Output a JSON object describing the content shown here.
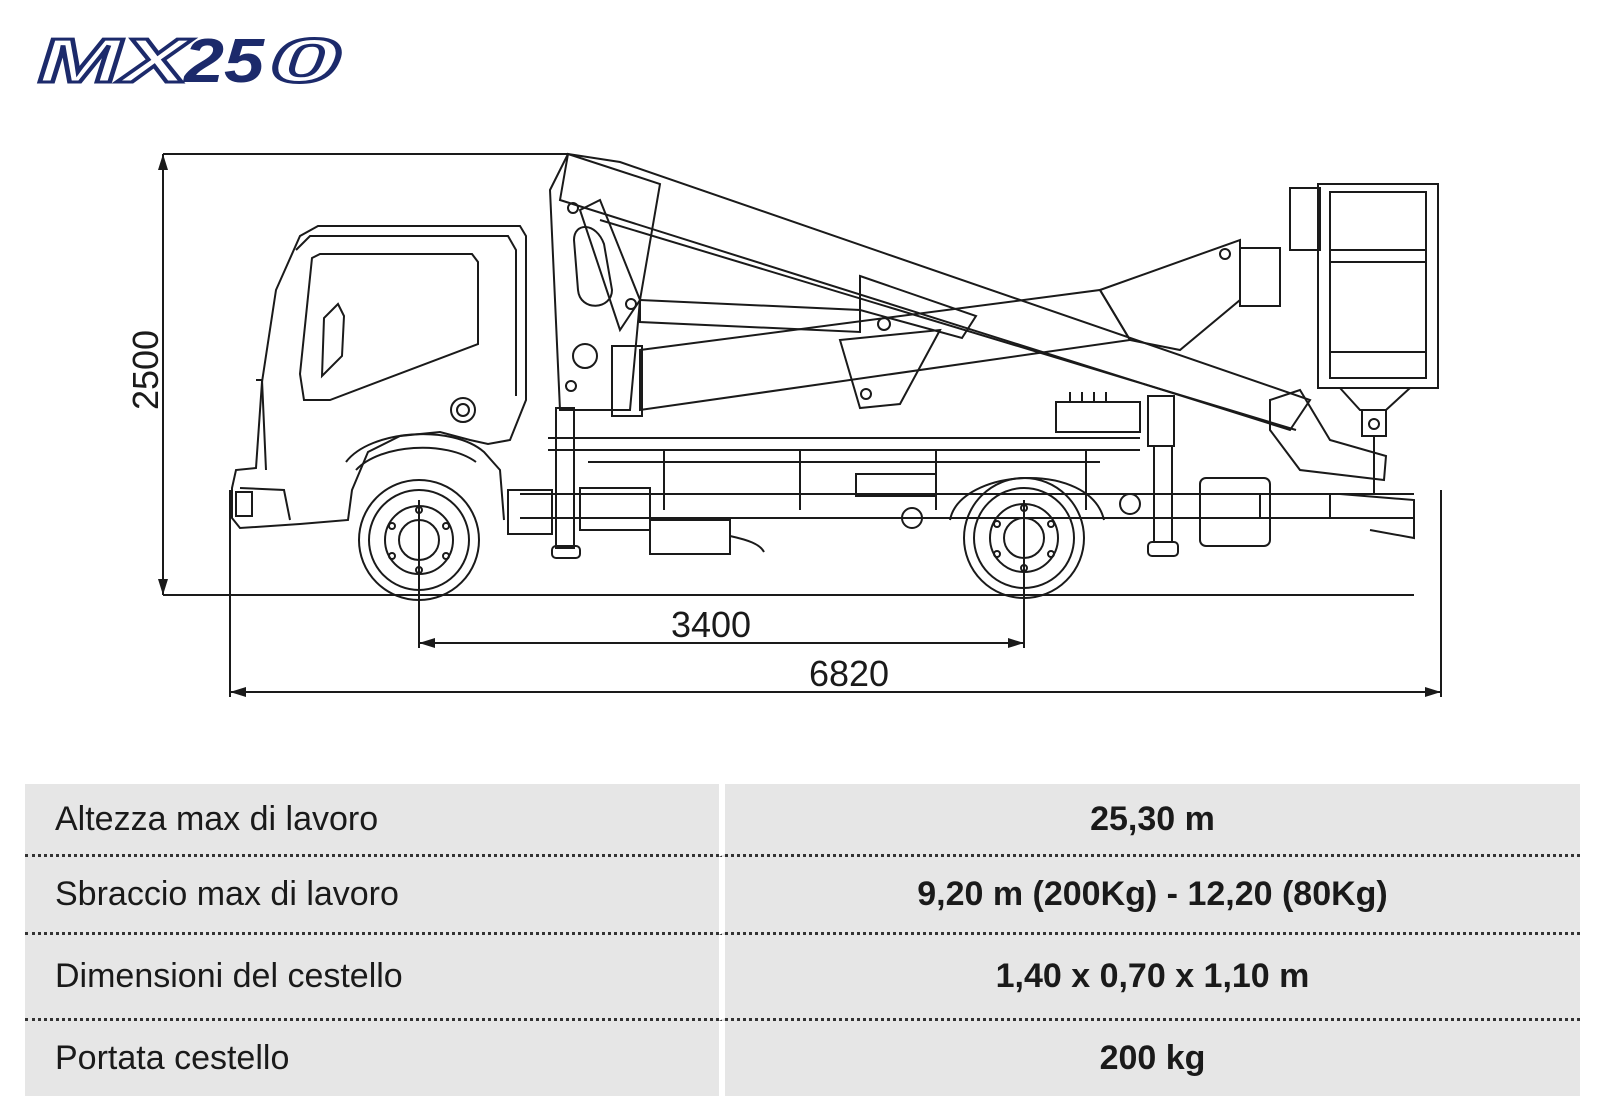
{
  "model_logo": "MX250",
  "colors": {
    "logo_blue": "#1c2a6b",
    "row_bg": "#e6e6e6",
    "line": "#1a1a1a"
  },
  "dimensions": {
    "height": "2500",
    "wheelbase": "3400",
    "length": "6820"
  },
  "specs": [
    {
      "label": "Altezza max di lavoro",
      "value": "25,30 m"
    },
    {
      "label": "Sbraccio max di lavoro",
      "value": "9,20 m (200Kg) - 12,20 (80Kg)"
    },
    {
      "label": "Dimensioni del cestello",
      "value": "1,40 x 0,70 x 1,10 m"
    },
    {
      "label": "Portata cestello",
      "value": "200 kg"
    }
  ]
}
